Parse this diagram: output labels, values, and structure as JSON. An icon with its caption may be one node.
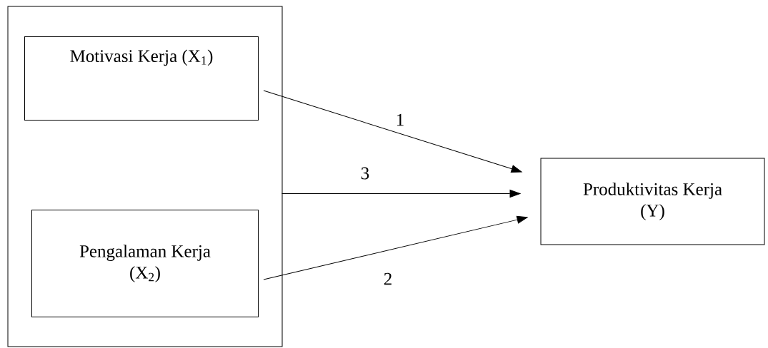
{
  "diagram": {
    "nodes": [
      {
        "text": [],
        "shape": "box"
      },
      {
        "text": [
          "Motivasi Kerja (X$_{1}$)"
        ],
        "in": 0
      },
      {
        "text": [
          "Pengalaman Kerja (X$_{2}$)"
        ],
        "in": 0
      },
      {
        "text": [
          "Produktivitas Kerja (Y)"
        ]
      }
    ],
    "edges": [
      {
        "from": 1,
        "to": 3,
        "arrow": "to",
        "label": "1"
      },
      {
        "from": 0,
        "to": 3,
        "arrow": "to",
        "label": "3"
      },
      {
        "from": 2,
        "to": 3,
        "arrow": "to",
        "label": "2"
      }
    ]
  }
}
